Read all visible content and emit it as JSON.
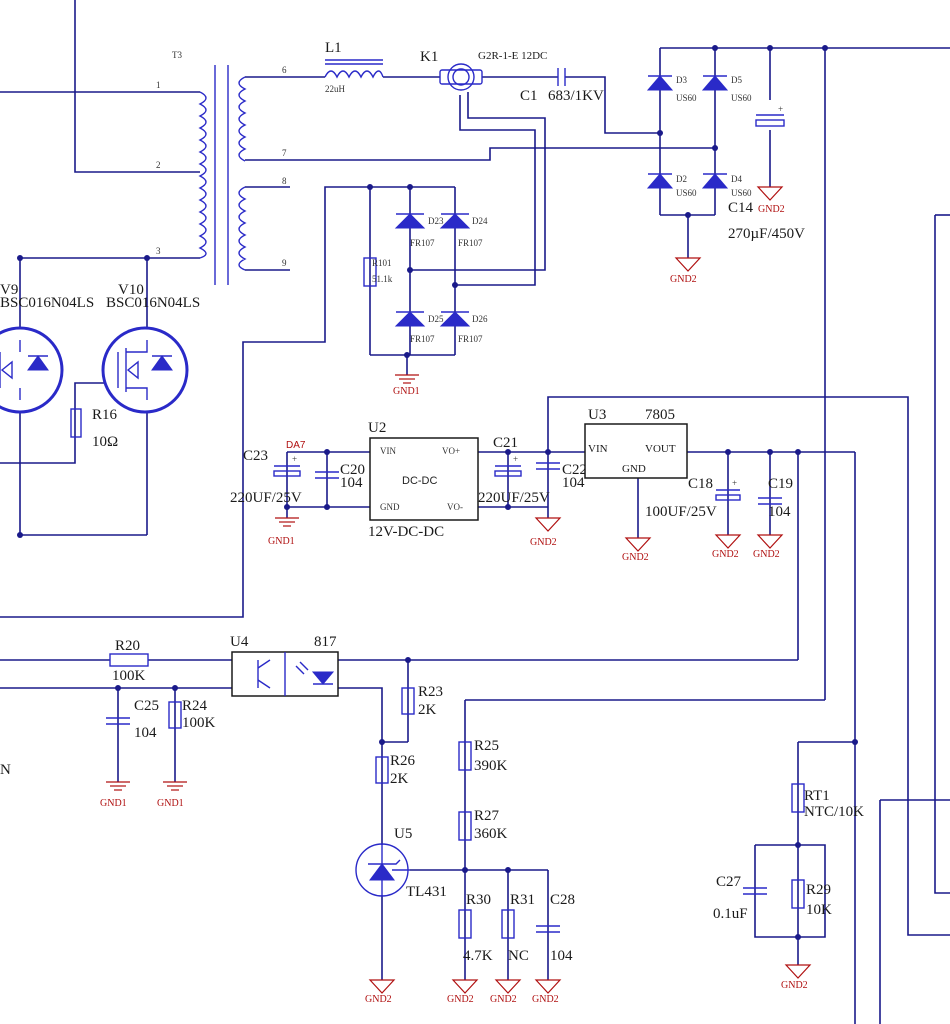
{
  "transformer": {
    "ref": "T3",
    "pins": [
      "1",
      "2",
      "3",
      "6",
      "7",
      "8",
      "9"
    ]
  },
  "inductor": {
    "ref": "L1",
    "value": "22uH"
  },
  "relay": {
    "ref": "K1",
    "part": "G2R-1-E 12DC"
  },
  "cap_c1": {
    "ref": "C1",
    "value": "683/1KV"
  },
  "bridge_top": [
    {
      "ref": "D3",
      "value": "US60"
    },
    {
      "ref": "D5",
      "value": "US60"
    },
    {
      "ref": "D2",
      "value": "US60"
    },
    {
      "ref": "D4",
      "value": "US60"
    }
  ],
  "cap_c14": {
    "ref": "C14",
    "value": "270µF/450V"
  },
  "gnd2": "GND2",
  "gnd1": "GND1",
  "gnd": "GND",
  "diodes_low": [
    {
      "ref": "D23",
      "value": "FR107"
    },
    {
      "ref": "D24",
      "value": "FR107"
    },
    {
      "ref": "D25",
      "value": "FR107"
    },
    {
      "ref": "D26",
      "value": "FR107"
    }
  ],
  "r101": {
    "ref": "R101",
    "value": "51.1k"
  },
  "mosfets": [
    {
      "ref": "V9",
      "part": "BSC016N04LS"
    },
    {
      "ref": "V10",
      "part": "BSC016N04LS"
    }
  ],
  "r16": {
    "ref": "R16",
    "value": "10Ω"
  },
  "u2": {
    "ref": "U2",
    "title": "DC-DC",
    "vin": "VIN",
    "vo_pos": "VO+",
    "gnd": "GND",
    "vo_neg": "VO-",
    "part": "12V-DC-DC"
  },
  "da7": "DA7",
  "c23": {
    "ref": "C23",
    "value": "220UF/25V"
  },
  "c20": {
    "ref": "C20",
    "value": "104"
  },
  "c21": {
    "ref": "C21",
    "value": "220UF/25V"
  },
  "c22": {
    "ref": "C22",
    "value": "104"
  },
  "u3": {
    "ref": "U3",
    "part": "7805",
    "vin": "VIN",
    "vout": "VOUT",
    "gnd": "GND"
  },
  "c18": {
    "ref": "C18",
    "value": "100UF/25V"
  },
  "c19": {
    "ref": "C19",
    "value": "104"
  },
  "u4": {
    "ref": "U4",
    "part": "817"
  },
  "r20": {
    "ref": "R20",
    "value": "100K"
  },
  "c25": {
    "ref": "C25",
    "value": "104"
  },
  "r24": {
    "ref": "R24",
    "value": "100K"
  },
  "r23": {
    "ref": "R23",
    "value": "2K"
  },
  "r26": {
    "ref": "R26",
    "value": "2K"
  },
  "u5": {
    "ref": "U5",
    "part": "TL431"
  },
  "r25": {
    "ref": "R25",
    "value": "390K"
  },
  "r27": {
    "ref": "R27",
    "value": "360K"
  },
  "r30": {
    "ref": "R30",
    "value": "4.7K"
  },
  "r31": {
    "ref": "R31",
    "value": "NC"
  },
  "c28": {
    "ref": "C28",
    "value": "104"
  },
  "rt1": {
    "ref": "RT1",
    "value": "NTC/10K"
  },
  "c27": {
    "ref": "C27",
    "value": "0.1uF"
  },
  "r29": {
    "ref": "R29",
    "value": "10K"
  },
  "stray_n": "N"
}
